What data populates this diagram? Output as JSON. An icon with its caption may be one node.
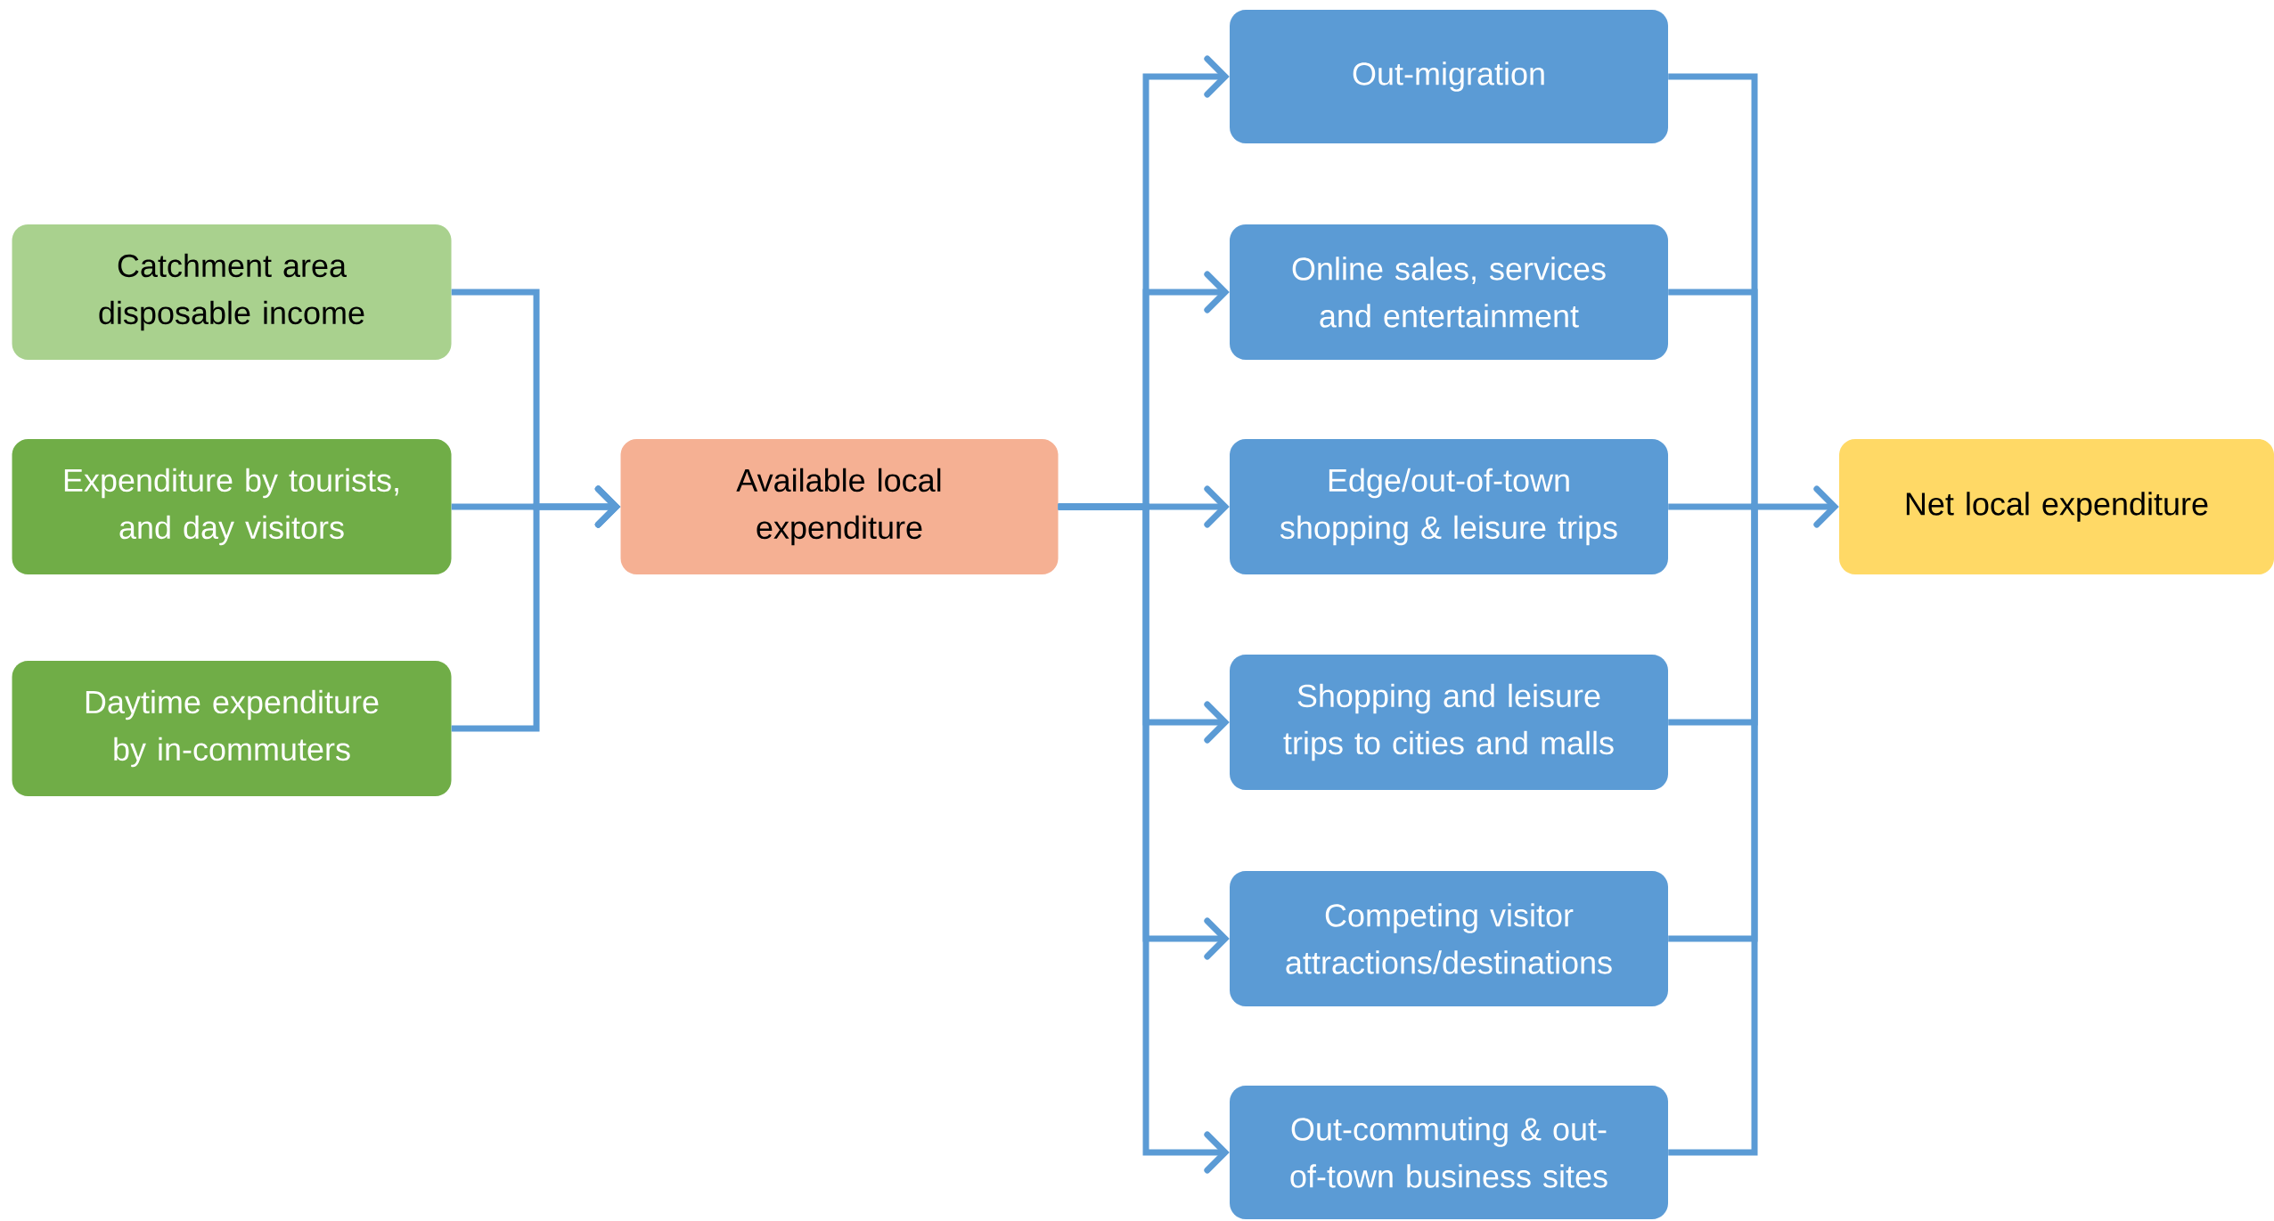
{
  "diagram": {
    "nodes": [
      {
        "text": [
          "Catchment area disposable income"
        ]
      },
      {
        "text": [
          "Expenditure by tourists, and day visitors"
        ]
      },
      {
        "text": [
          "Daytime expenditure by in-commuters"
        ]
      },
      {
        "text": [
          "Available local expenditure"
        ]
      },
      {
        "text": [
          "Out-migration"
        ]
      },
      {
        "text": [
          "Online sales, services and entertainment"
        ]
      },
      {
        "text": [
          "Edge/out-of-town shopping & leisure trips"
        ]
      },
      {
        "text": [
          "Shopping and leisure trips to cities and malls"
        ]
      },
      {
        "text": [
          "Competing visitor attractions/destinations"
        ]
      },
      {
        "text": [
          "Out-commuting & out-of-town business sites"
        ]
      },
      {
        "text": [
          "Net local expenditure"
        ]
      }
    ],
    "edges": [
      {
        "from": 0,
        "to": 3,
        "arrow": "to"
      },
      {
        "from": 1,
        "to": 3,
        "arrow": "to"
      },
      {
        "from": 2,
        "to": 3,
        "arrow": "to"
      },
      {
        "from": 3,
        "to": 4,
        "arrow": "to"
      },
      {
        "from": 3,
        "to": 5,
        "arrow": "to"
      },
      {
        "from": 3,
        "to": 6,
        "arrow": "to"
      },
      {
        "from": 3,
        "to": 7,
        "arrow": "to"
      },
      {
        "from": 3,
        "to": 8,
        "arrow": "to"
      },
      {
        "from": 3,
        "to": 9,
        "arrow": "to"
      },
      {
        "from": 4,
        "to": 10,
        "arrow": "to"
      },
      {
        "from": 5,
        "to": 10,
        "arrow": "to"
      },
      {
        "from": 6,
        "to": 10,
        "arrow": "to"
      },
      {
        "from": 7,
        "to": 10,
        "arrow": "to"
      },
      {
        "from": 8,
        "to": 10,
        "arrow": "to"
      },
      {
        "from": 9,
        "to": 10,
        "arrow": "to"
      }
    ]
  }
}
